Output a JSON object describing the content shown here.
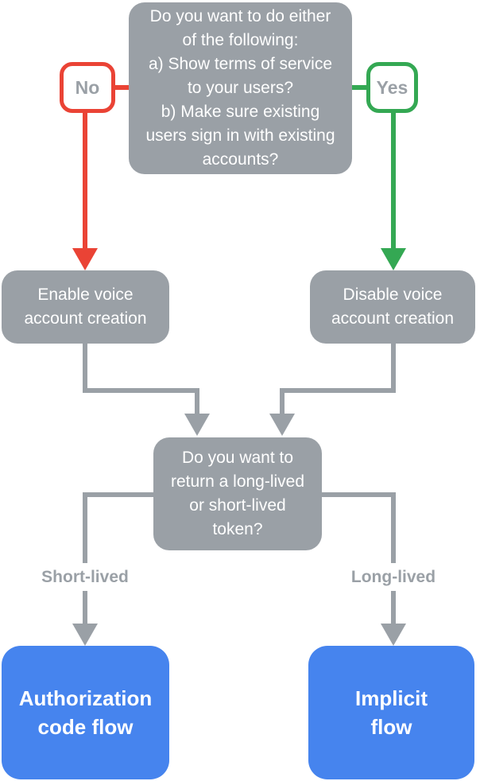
{
  "palette": {
    "gray": "#9AA0A6",
    "red": "#EA4335",
    "green": "#34A853",
    "blue": "#4684EE",
    "node_text": "#FFFFFF",
    "muted_text": "#9AA0A6",
    "background": "#FFFFFF"
  },
  "nodes": {
    "top_question": "Do you want to do either\nof the following:\na) Show terms of service\nto your users?\nb) Make sure existing\nusers sign in with existing\naccounts?",
    "no_label": "No",
    "yes_label": "Yes",
    "enable_voice": "Enable voice\naccount creation",
    "disable_voice": "Disable voice\naccount creation",
    "token_question": "Do you want to\nreturn a long-lived\nor short-lived\ntoken?",
    "short_lived_label": "Short-lived",
    "long_lived_label": "Long-lived",
    "authorization_flow": "Authorization\ncode flow",
    "implicit_flow": "Implicit\nflow"
  }
}
